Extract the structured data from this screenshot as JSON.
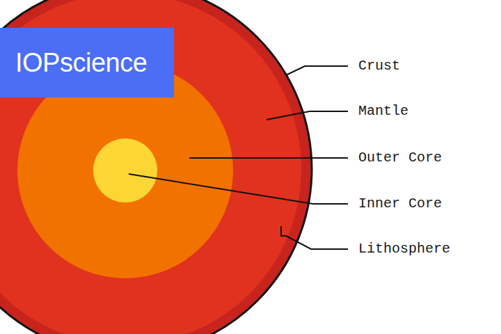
{
  "diagram": {
    "nodes": [
      {
        "text": [
          "IOPscience"
        ]
      }
    ],
    "labels": [
      "Crust",
      "Mantle",
      "Outer Core",
      "Inner Core",
      "Lithosphere"
    ]
  }
}
